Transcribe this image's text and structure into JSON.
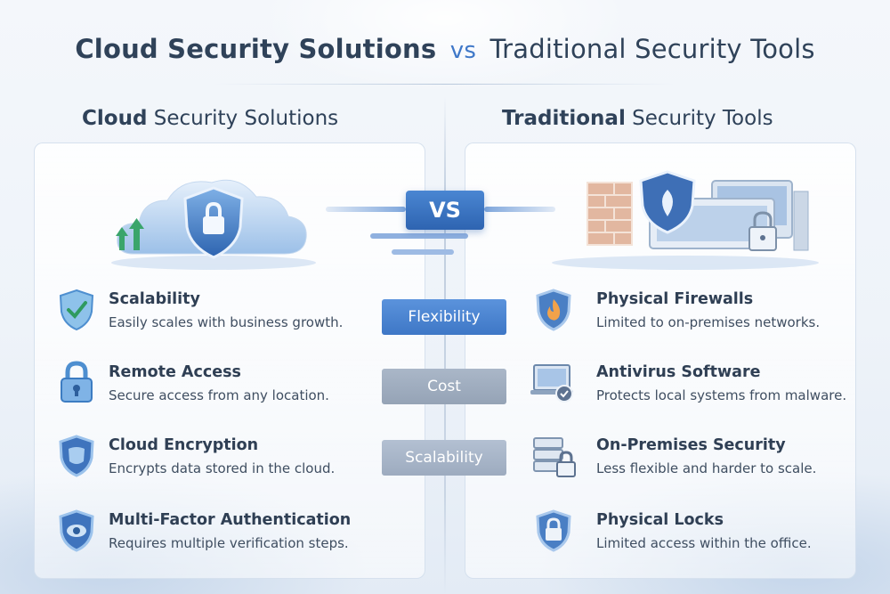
{
  "title": {
    "left_part": "Cloud Security Solutions",
    "vs": "vs",
    "right_part": "Traditional Security Tools"
  },
  "columns": {
    "left": {
      "bold": "Cloud",
      "rest": " Security Solutions"
    },
    "right": {
      "bold": "Traditional",
      "rest": " Security Tools"
    }
  },
  "center": {
    "vs_label": "VS",
    "criteria": [
      "Flexibility",
      "Cost",
      "Scalability"
    ]
  },
  "left_features": [
    {
      "title": "Scalability",
      "desc": "Easily scales with business growth.",
      "icon": "shield-check-icon"
    },
    {
      "title": "Remote Access",
      "desc": "Secure access from any location.",
      "icon": "padlock-icon"
    },
    {
      "title": "Cloud Encryption",
      "desc": "Encrypts data stored in the cloud.",
      "icon": "shield-icon"
    },
    {
      "title": "Multi-Factor Authentication",
      "desc": "Requires multiple verification steps.",
      "icon": "shield-eye-icon"
    }
  ],
  "right_features": [
    {
      "title": "Physical Firewalls",
      "desc": "Limited to on-premises networks.",
      "icon": "shield-flame-icon"
    },
    {
      "title": "Antivirus Software",
      "desc": "Protects local systems from malware.",
      "icon": "laptop-gear-icon"
    },
    {
      "title": "On-Premises Security",
      "desc": "Less flexible and harder to scale.",
      "icon": "server-lock-icon"
    },
    {
      "title": "Physical Locks",
      "desc": "Limited access within the office.",
      "icon": "shield-lock-icon"
    }
  ],
  "colors": {
    "accent": "#3f78c8",
    "heading": "#2f4259",
    "muted_criteria": "#a3b1c4"
  }
}
